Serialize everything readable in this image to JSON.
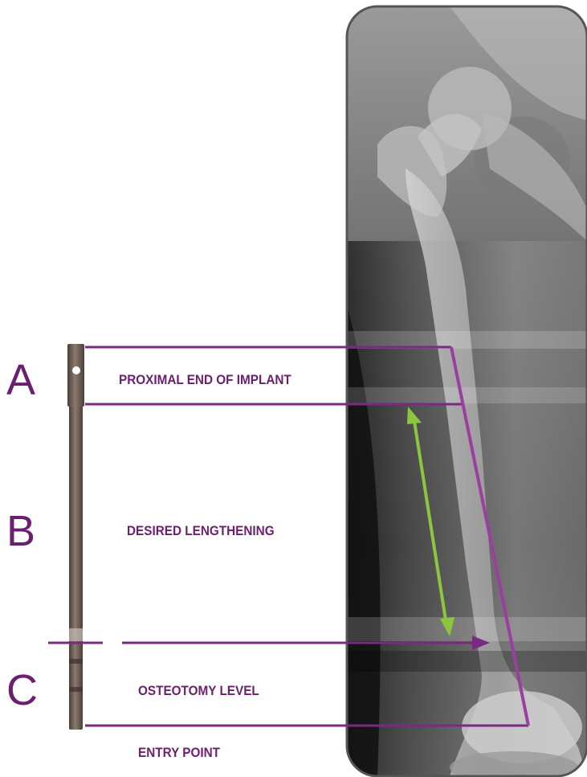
{
  "labels": {
    "a": "A",
    "b": "B",
    "c": "C"
  },
  "captions": {
    "proximal": "PROXIMAL END OF IMPLANT",
    "lengthening": "DESIRED LENGTHENING",
    "osteotomy": "OSTEOTOMY LEVEL",
    "entry": "ENTRY POINT"
  },
  "colors": {
    "accent": "#6b1f6e",
    "arrow_green": "#8cc63f",
    "implant": "#6d5f55"
  }
}
